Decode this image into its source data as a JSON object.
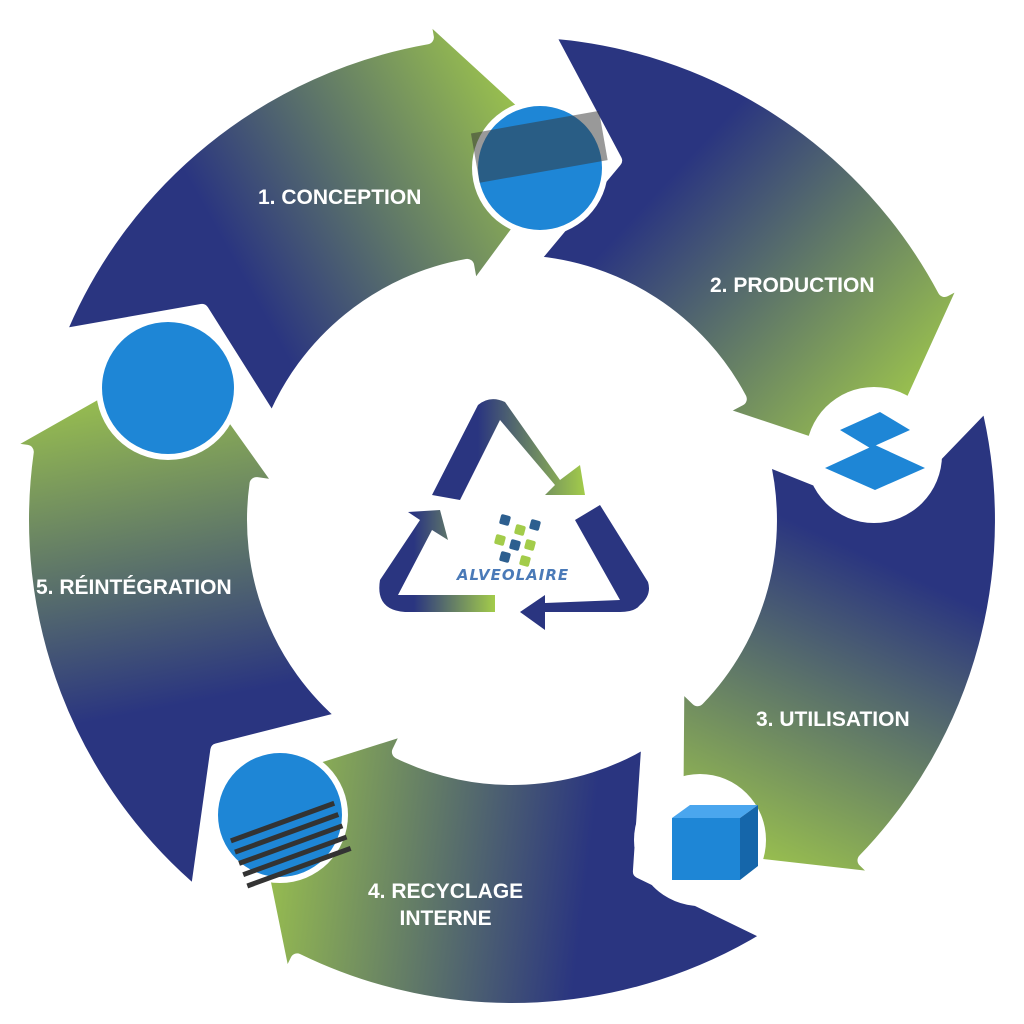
{
  "steps": [
    {
      "label": "1. CONCEPTION",
      "icon": "blue-sheet-roller-photo"
    },
    {
      "label": "2. PRODUCTION",
      "icon": "blue-panels-photo"
    },
    {
      "label": "3. UTILISATION",
      "icon": "blue-box-photo"
    },
    {
      "label": "4. RECYCLAGE",
      "label2": "INTERNE",
      "icon": "shredder-photo"
    },
    {
      "label": "5. RÉINTÉGRATION",
      "icon": "blue-pellets-photo"
    }
  ],
  "logo": {
    "text": "ALVEOLAIRE"
  },
  "colors": {
    "navy": "#2a3580",
    "green": "#a3cc4a",
    "photo": "#1e86d6"
  }
}
